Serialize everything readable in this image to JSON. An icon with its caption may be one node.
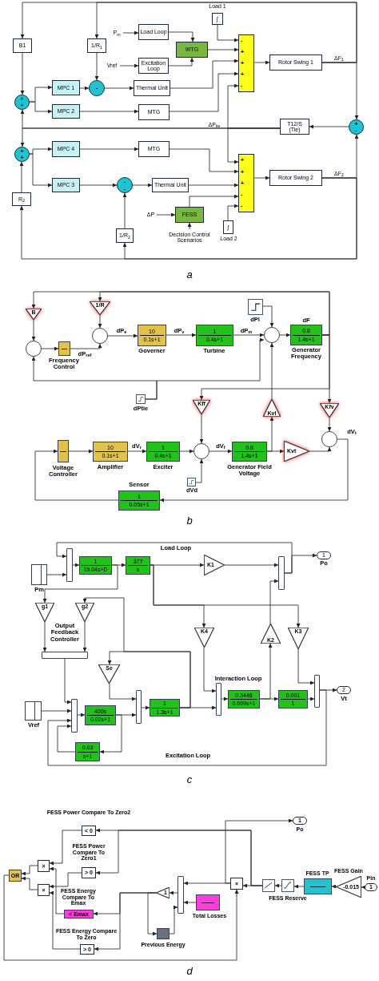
{
  "diagram": {
    "nodes": [
      {
        "text": [
          "∫"
        ],
        "beside": [
          "Load 1"
        ]
      },
      {
        "text": [
          "B1"
        ]
      },
      {
        "text": [
          "1/R$_{1}$"
        ]
      },
      {
        "text": [
          "P$_{m}$"
        ]
      },
      {
        "text": [
          "Load Loop"
        ]
      },
      {
        "text": [
          "Vref"
        ]
      },
      {
        "text": [
          "Excitation Loop"
        ]
      },
      {
        "text": [
          "WTG"
        ]
      },
      {
        "text": [
          "-",
          "+",
          "+",
          "+",
          "-"
        ]
      },
      {
        "text": [
          "Rotor Swing 1"
        ]
      },
      {
        "text": [
          "MPC 1"
        ]
      },
      {
        "text": [
          "-"
        ]
      },
      {
        "text": [
          "Thermal Unit"
        ]
      },
      {
        "text": [
          "+",
          "+"
        ]
      },
      {
        "text": [
          "MPC 2"
        ]
      },
      {
        "text": [
          "MTG"
        ]
      },
      {
        "text": [
          "T12/S",
          "(Tie)"
        ]
      },
      {
        "text": [
          "+",
          "-"
        ]
      },
      {
        "text": [
          "+",
          "+"
        ]
      },
      {
        "text": [
          "MPC 4"
        ]
      },
      {
        "text": [
          "MTG"
        ]
      },
      {
        "text": [
          "MPC 3"
        ]
      },
      {
        "text": [
          "-",
          "-"
        ]
      },
      {
        "text": [
          "Thermal Unit"
        ]
      },
      {
        "text": [
          "+",
          "+",
          "+",
          "-",
          "-"
        ]
      },
      {
        "text": [
          "Rotor Swing 2"
        ]
      },
      {
        "text": [
          "R$_{2}$"
        ]
      },
      {
        "text": [
          "ΔP"
        ]
      },
      {
        "text": [
          "FESS"
        ]
      },
      {
        "text": [
          "Decision Control Scenarios"
        ]
      },
      {
        "text": [
          "1/R$_{2}$"
        ]
      },
      {
        "text": [
          "∫"
        ],
        "beside": [
          "Load 2"
        ]
      },
      {
        "text": [
          "B"
        ]
      },
      {
        "text": [
          "1/R"
        ]
      },
      {
        "text": [],
        "shape": "circle"
      },
      {
        "text": [],
        "shape": "box",
        "beside": [
          "Frequency Control"
        ]
      },
      {
        "text": [],
        "shape": "circle"
      },
      {
        "text": [
          "10",
          "0.1s+1"
        ],
        "beside": [
          "Governer"
        ]
      },
      {
        "text": [
          "1",
          "0.4s+1"
        ],
        "beside": [
          "Turbine"
        ]
      },
      {
        "text": [],
        "shape": "box",
        "beside": [
          "dPl"
        ]
      },
      {
        "text": [],
        "shape": "circle"
      },
      {
        "text": [
          "0.8",
          "1.4s+1"
        ],
        "beside": [
          "Generator Frequency"
        ]
      },
      {
        "text": [],
        "shape": "box",
        "beside": [
          "dPtie"
        ]
      },
      {
        "text": [
          "Kff"
        ]
      },
      {
        "text": [
          "Kvl"
        ]
      },
      {
        "text": [
          "Kfv"
        ]
      },
      {
        "text": [],
        "shape": "box",
        "beside": [
          "Voltage Controller"
        ]
      },
      {
        "text": [
          "10",
          "0.1s+1"
        ],
        "beside": [
          "Amplifier"
        ]
      },
      {
        "text": [
          "1",
          "0.4s+1"
        ],
        "beside": [
          "Exciter"
        ]
      },
      {
        "text": [],
        "shape": "circle"
      },
      {
        "text": [
          "0.8",
          "1.4s+1"
        ],
        "beside": [
          "Generator Field Voltage"
        ]
      },
      {
        "text": [
          "Kvt"
        ]
      },
      {
        "text": [],
        "shape": "circle"
      },
      {
        "text": [],
        "shape": "box",
        "beside": [
          "dVd"
        ]
      },
      {
        "text": [
          "1",
          "0.05s+1"
        ],
        "beside": [
          "Sensor"
        ]
      },
      {
        "text": [],
        "shape": "box",
        "beside": [
          "Pm"
        ]
      },
      {
        "text": [],
        "shape": "bar"
      },
      {
        "text": [
          "1",
          "19.04s+D"
        ]
      },
      {
        "text": [
          "377",
          "s"
        ]
      },
      {
        "text": [
          "K1"
        ]
      },
      {
        "text": [],
        "shape": "bar"
      },
      {
        "text": [
          "1"
        ],
        "beside": [
          "Po"
        ]
      },
      {
        "text": [
          "g1"
        ]
      },
      {
        "text": [
          "g2"
        ]
      },
      {
        "text": [],
        "shape": "bar"
      },
      {
        "text": [
          "Se"
        ]
      },
      {
        "text": [
          "K4"
        ]
      },
      {
        "text": [
          "K2"
        ]
      },
      {
        "text": [
          "K3"
        ]
      },
      {
        "text": [],
        "shape": "box",
        "beside": [
          "Vref"
        ]
      },
      {
        "text": [],
        "shape": "bar"
      },
      {
        "text": [
          "400s",
          "0.02s+1"
        ]
      },
      {
        "text": [],
        "shape": "bar"
      },
      {
        "text": [
          "1",
          "1.3s+1"
        ]
      },
      {
        "text": [],
        "shape": "bar"
      },
      {
        "text": [
          "0.3446",
          "0.669s+1"
        ]
      },
      {
        "text": [
          "0.001",
          "1"
        ]
      },
      {
        "text": [],
        "shape": "bar"
      },
      {
        "text": [
          "2"
        ],
        "beside": [
          "Vt"
        ]
      },
      {
        "text": [
          "0.03",
          "s+1"
        ]
      },
      {
        "text": [
          "< 0"
        ],
        "beside": [
          "FESS Power Compare To Zero2"
        ]
      },
      {
        "text": [
          "1"
        ],
        "beside": [
          "Po"
        ]
      },
      {
        "text": [
          "> 0"
        ],
        "beside": [
          "FESS Power Compare To Zero1"
        ]
      },
      {
        "text": [
          "OR"
        ]
      },
      {
        "text": [
          "×"
        ]
      },
      {
        "text": [
          "×"
        ]
      },
      {
        "text": [
          "< Emax"
        ],
        "beside": [
          "FESS Energy Compare To Emax"
        ]
      },
      {
        "text": [
          "1"
        ]
      },
      {
        "text": [],
        "shape": "bar"
      },
      {
        "text": [],
        "shape": "box",
        "beside": [
          "Previous Energy"
        ]
      },
      {
        "text": [
          "> 0"
        ],
        "beside": [
          "FESS Energy Compare To Zero"
        ]
      },
      {
        "text": [],
        "shape": "box",
        "beside": [
          "Total Losses"
        ]
      },
      {
        "text": [
          "×"
        ]
      },
      {
        "text": [],
        "shape": "box"
      },
      {
        "text": [],
        "shape": "box",
        "beside": [
          "FESS Reserve"
        ]
      },
      {
        "text": [],
        "shape": "box",
        "beside": [
          "FESS TP"
        ]
      },
      {
        "text": [
          "-0.015"
        ],
        "beside": [
          "FESS Gain"
        ]
      },
      {
        "text": [
          "1"
        ],
        "beside": [
          "Pin"
        ]
      }
    ],
    "edges": [
      {
        "from": 0,
        "to": 8,
        "arrow": "to"
      },
      {
        "from": 3,
        "to": 4,
        "arrow": "to"
      },
      {
        "from": 5,
        "to": 6,
        "arrow": "to"
      },
      {
        "from": 4,
        "to": 7,
        "arrow": "to"
      },
      {
        "from": 6,
        "to": 7,
        "arrow": "to"
      },
      {
        "from": 7,
        "to": 8,
        "arrow": "to"
      },
      {
        "from": 12,
        "to": 8,
        "arrow": "to"
      },
      {
        "from": 15,
        "to": 8,
        "arrow": "to"
      },
      {
        "from": 16,
        "to": 8,
        "arrow": "to"
      },
      {
        "from": 8,
        "to": 9,
        "arrow": "to"
      },
      {
        "from": 9,
        "to": 17,
        "arrow": "to",
        "label": "ΔF$_{1}$"
      },
      {
        "from": 9,
        "to": 1,
        "arrow": "to"
      },
      {
        "from": 9,
        "to": 2,
        "arrow": "to"
      },
      {
        "from": 1,
        "to": 13,
        "arrow": "to"
      },
      {
        "from": 2,
        "to": 11,
        "arrow": "to"
      },
      {
        "from": 13,
        "to": 10,
        "arrow": "to"
      },
      {
        "from": 13,
        "to": 14,
        "arrow": "to"
      },
      {
        "from": 10,
        "to": 11,
        "arrow": "to"
      },
      {
        "from": 11,
        "to": 12,
        "arrow": "to"
      },
      {
        "from": 14,
        "to": 15,
        "arrow": "to"
      },
      {
        "from": 17,
        "to": 16,
        "arrow": "to"
      },
      {
        "from": 16,
        "to": 13,
        "arrow": "to",
        "label": "ΔP$_{tie}$"
      },
      {
        "from": 16,
        "to": 18,
        "arrow": "to"
      },
      {
        "from": 16,
        "to": 24,
        "arrow": "to"
      },
      {
        "from": 25,
        "to": 17,
        "arrow": "to",
        "label": "ΔF$_{2}$"
      },
      {
        "from": 25,
        "to": 26,
        "arrow": "to"
      },
      {
        "from": 25,
        "to": 30,
        "arrow": "to"
      },
      {
        "from": 26,
        "to": 18,
        "arrow": "to"
      },
      {
        "from": 18,
        "to": 19,
        "arrow": "to"
      },
      {
        "from": 18,
        "to": 21,
        "arrow": "to"
      },
      {
        "from": 19,
        "to": 20,
        "arrow": "to"
      },
      {
        "from": 20,
        "to": 24,
        "arrow": "to"
      },
      {
        "from": 21,
        "to": 22,
        "arrow": "to"
      },
      {
        "from": 30,
        "to": 22,
        "arrow": "to"
      },
      {
        "from": 22,
        "to": 23,
        "arrow": "to"
      },
      {
        "from": 23,
        "to": 24,
        "arrow": "to"
      },
      {
        "from": 28,
        "to": 24,
        "arrow": "to"
      },
      {
        "from": 31,
        "to": 24,
        "arrow": "to"
      },
      {
        "from": 27,
        "to": 28,
        "arrow": "to"
      },
      {
        "from": 29,
        "to": 28,
        "arrow": "to"
      },
      {
        "from": 24,
        "to": 25,
        "arrow": "to"
      },
      {
        "from": 41,
        "to": 32,
        "arrow": "to"
      },
      {
        "from": 41,
        "to": 33,
        "arrow": "to"
      },
      {
        "from": 32,
        "to": 34,
        "arrow": "to"
      },
      {
        "from": 33,
        "to": 36,
        "arrow": "to"
      },
      {
        "from": 34,
        "to": 35,
        "arrow": "to"
      },
      {
        "from": 35,
        "to": 36,
        "arrow": "to",
        "label": "dP$_{ref}$"
      },
      {
        "from": 36,
        "to": 37,
        "arrow": "to",
        "label": "dP$_{e}$"
      },
      {
        "from": 37,
        "to": 38,
        "arrow": "to",
        "label": "dP$_{v}$"
      },
      {
        "from": 38,
        "to": 40,
        "arrow": "to",
        "label": "dP$_{m}$"
      },
      {
        "from": 39,
        "to": 40,
        "arrow": "to"
      },
      {
        "from": 40,
        "to": 41,
        "arrow": "to"
      },
      {
        "from": 42,
        "to": 34,
        "arrow": "to"
      },
      {
        "from": 42,
        "to": 40,
        "arrow": "to"
      },
      {
        "from": 44,
        "to": 40,
        "arrow": "to"
      },
      {
        "from": 41,
        "to": 43,
        "arrow": "to"
      },
      {
        "from": 41,
        "to": 45,
        "arrow": "to"
      },
      {
        "from": 43,
        "to": 49,
        "arrow": "to"
      },
      {
        "from": 45,
        "to": 52,
        "arrow": "to"
      },
      {
        "from": 46,
        "to": 47,
        "arrow": "to"
      },
      {
        "from": 47,
        "to": 48,
        "arrow": "to",
        "label": "dV$_{r}$"
      },
      {
        "from": 48,
        "to": 49,
        "arrow": "to"
      },
      {
        "from": 53,
        "to": 49,
        "arrow": "to"
      },
      {
        "from": 49,
        "to": 50,
        "arrow": "to",
        "label": "dV$_{f}$"
      },
      {
        "from": 50,
        "to": 51,
        "arrow": "to"
      },
      {
        "from": 50,
        "to": 44,
        "arrow": "to"
      },
      {
        "from": 51,
        "to": 52,
        "arrow": "to"
      },
      {
        "from": 52,
        "to": 54,
        "arrow": "to",
        "label": "dV$_{t}$"
      },
      {
        "from": 54,
        "to": 46,
        "arrow": "to"
      },
      {
        "from": 55,
        "to": 56,
        "arrow": "to"
      },
      {
        "from": 56,
        "to": 57,
        "arrow": "to"
      },
      {
        "from": 57,
        "to": 58,
        "arrow": "to"
      },
      {
        "from": 58,
        "to": 59,
        "arrow": "to"
      },
      {
        "from": 59,
        "to": 60,
        "arrow": "to"
      },
      {
        "from": 60,
        "to": 61,
        "arrow": "to"
      },
      {
        "from": 60,
        "to": 56,
        "arrow": "to"
      },
      {
        "from": 57,
        "to": 62,
        "arrow": "to"
      },
      {
        "from": 58,
        "to": 66,
        "arrow": "to"
      },
      {
        "from": 58,
        "to": 68,
        "arrow": "to"
      },
      {
        "from": 67,
        "to": 60,
        "arrow": "to"
      },
      {
        "from": 73,
        "to": 63,
        "arrow": "to"
      },
      {
        "from": 73,
        "to": 65,
        "arrow": "to"
      },
      {
        "from": 62,
        "to": 64,
        "arrow": "to"
      },
      {
        "from": 63,
        "to": 64,
        "arrow": "to"
      },
      {
        "from": 64,
        "to": 70,
        "arrow": "to"
      },
      {
        "from": 69,
        "to": 70,
        "arrow": "to"
      },
      {
        "from": 70,
        "to": 71,
        "arrow": "to"
      },
      {
        "from": 71,
        "to": 72,
        "arrow": "to"
      },
      {
        "from": 65,
        "to": 72,
        "arrow": "to"
      },
      {
        "from": 72,
        "to": 73,
        "arrow": "to"
      },
      {
        "from": 73,
        "to": 74,
        "arrow": "to"
      },
      {
        "from": 66,
        "to": 74,
        "arrow": "to"
      },
      {
        "from": 74,
        "to": 75,
        "arrow": "to"
      },
      {
        "from": 75,
        "to": 76,
        "arrow": "to"
      },
      {
        "from": 75,
        "to": 67,
        "arrow": "to"
      },
      {
        "from": 76,
        "to": 77,
        "arrow": "to"
      },
      {
        "from": 68,
        "to": 77,
        "arrow": "to"
      },
      {
        "from": 77,
        "to": 78,
        "arrow": "to"
      },
      {
        "from": 71,
        "to": 79,
        "arrow": "to"
      },
      {
        "from": 79,
        "to": 70,
        "arrow": "to"
      },
      {
        "from": 77,
        "to": 70,
        "arrow": "to"
      },
      {
        "from": 97,
        "to": 96,
        "arrow": "to"
      },
      {
        "from": 96,
        "to": 95,
        "arrow": "to"
      },
      {
        "from": 95,
        "to": 94,
        "arrow": "to"
      },
      {
        "from": 94,
        "to": 93,
        "arrow": "to"
      },
      {
        "from": 93,
        "to": 92,
        "arrow": "to"
      },
      {
        "from": 93,
        "to": 80,
        "arrow": "to"
      },
      {
        "from": 93,
        "to": 82,
        "arrow": "to"
      },
      {
        "from": 92,
        "to": 81,
        "arrow": "to"
      },
      {
        "from": 92,
        "to": 88,
        "arrow": "to"
      },
      {
        "from": 88,
        "to": 87,
        "arrow": "to"
      },
      {
        "from": 87,
        "to": 86,
        "arrow": "to"
      },
      {
        "from": 87,
        "to": 90,
        "arrow": "to"
      },
      {
        "from": 87,
        "to": 89,
        "arrow": "to"
      },
      {
        "from": 89,
        "to": 88,
        "arrow": "to"
      },
      {
        "from": 91,
        "to": 88,
        "arrow": "to"
      },
      {
        "from": 80,
        "to": 84,
        "arrow": "to"
      },
      {
        "from": 82,
        "to": 85,
        "arrow": "to"
      },
      {
        "from": 86,
        "to": 84,
        "arrow": "to"
      },
      {
        "from": 90,
        "to": 85,
        "arrow": "to"
      },
      {
        "from": 84,
        "to": 83,
        "arrow": "to"
      },
      {
        "from": 85,
        "to": 83,
        "arrow": "to"
      },
      {
        "from": 83,
        "to": 92,
        "arrow": "to"
      }
    ],
    "labels": [
      "a",
      "dF",
      "b",
      "Load Loop",
      "Output Feedback Controller",
      "Interaction Loop",
      "Excitation Loop",
      "c",
      "d"
    ]
  }
}
